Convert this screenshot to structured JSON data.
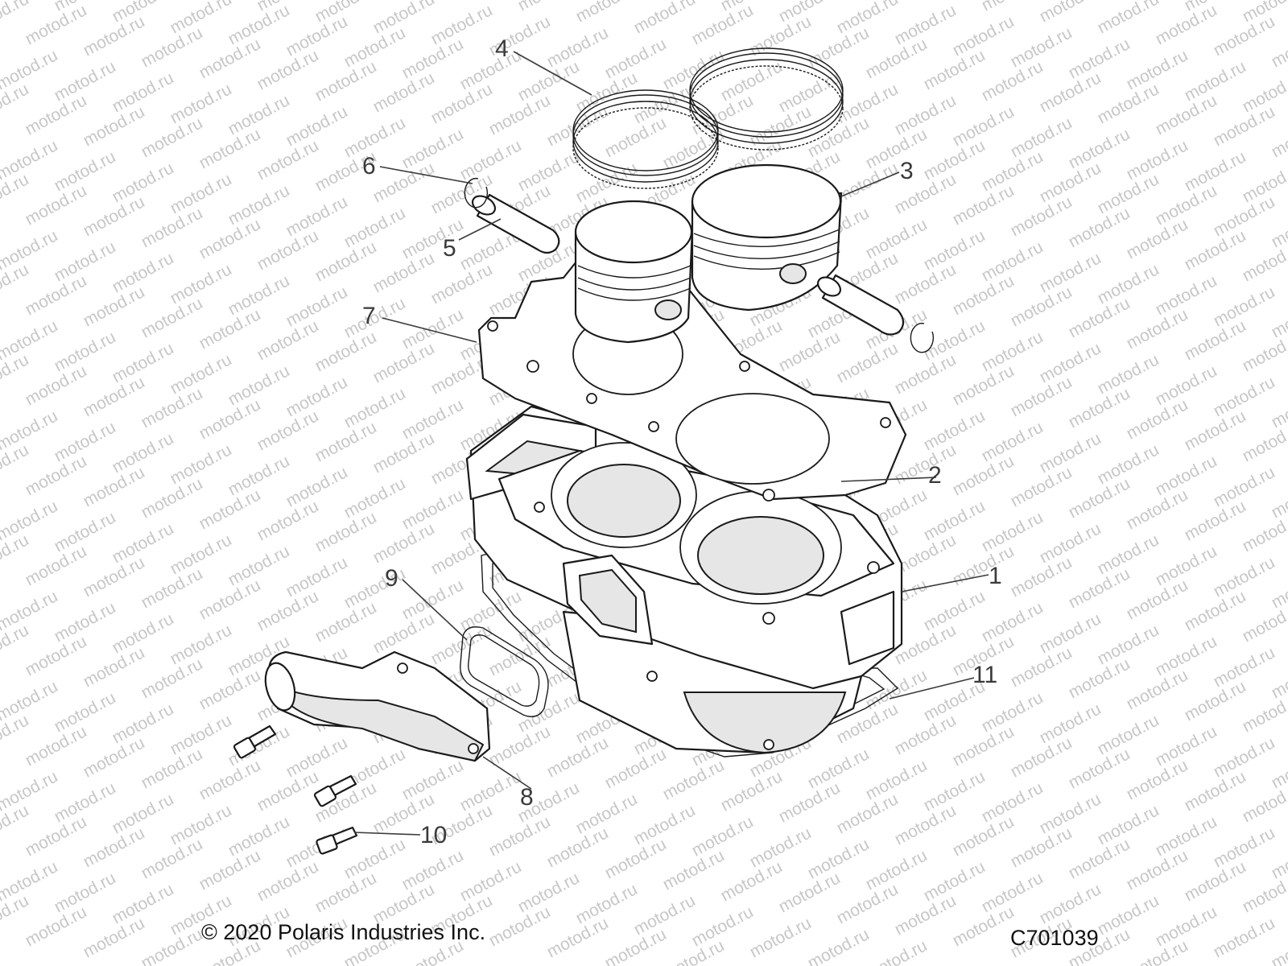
{
  "watermark": {
    "text": "motod.ru",
    "color": "#c7c7c7"
  },
  "callouts": [
    {
      "num": "1"
    },
    {
      "num": "2"
    },
    {
      "num": "3"
    },
    {
      "num": "4"
    },
    {
      "num": "5"
    },
    {
      "num": "6"
    },
    {
      "num": "7"
    },
    {
      "num": "8"
    },
    {
      "num": "9"
    },
    {
      "num": "10"
    },
    {
      "num": "11"
    }
  ],
  "footer": {
    "copyright": "© 2020 Polaris Industries Inc.",
    "drawing_code": "C701039"
  }
}
